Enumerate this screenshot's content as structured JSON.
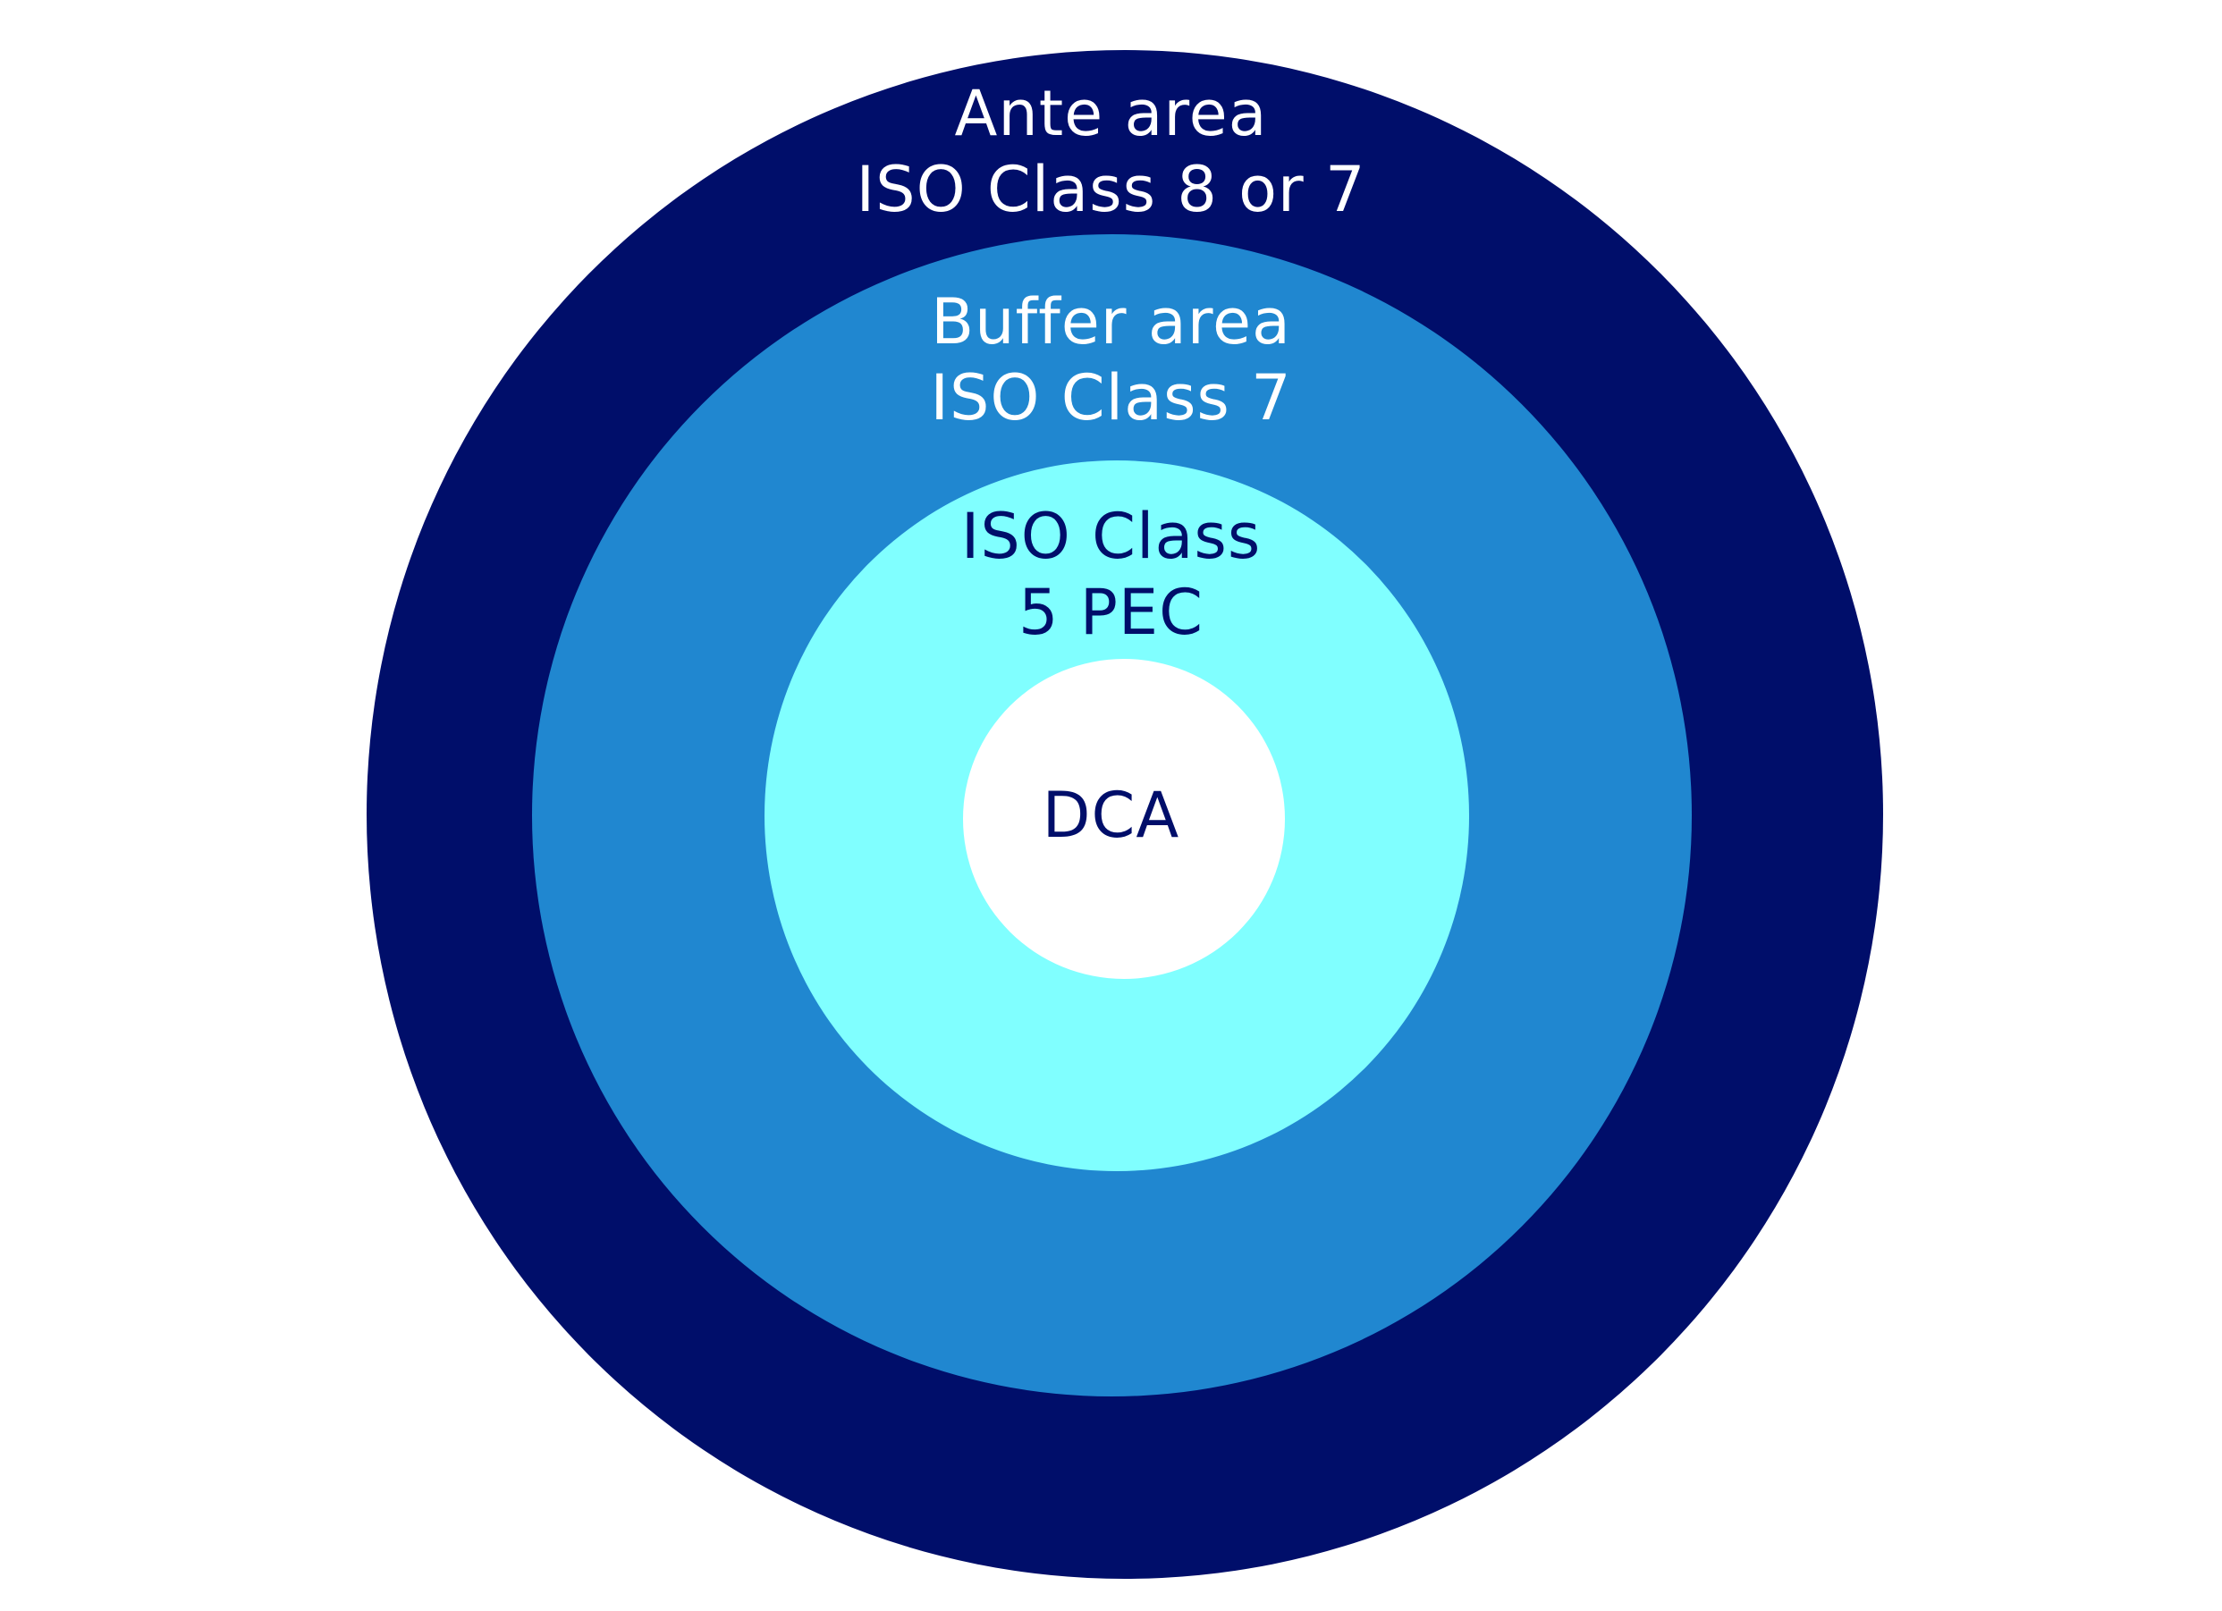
{
  "rings": {
    "ante": {
      "line1": "Ante area",
      "line2": "ISO Class 8 or 7",
      "fill": "#000e6a",
      "text_color": "#ffffff"
    },
    "buffer": {
      "line1": "Buffer area",
      "line2": "ISO Class 7",
      "fill": "#2087d0",
      "text_color": "#ffffff"
    },
    "pec": {
      "line1": "ISO Class",
      "line2": "5 PEC",
      "fill": "#80ffff",
      "text_color": "#000e6a"
    },
    "dca": {
      "line1": "DCA",
      "fill": "#ffffff",
      "text_color": "#000e6a"
    }
  }
}
